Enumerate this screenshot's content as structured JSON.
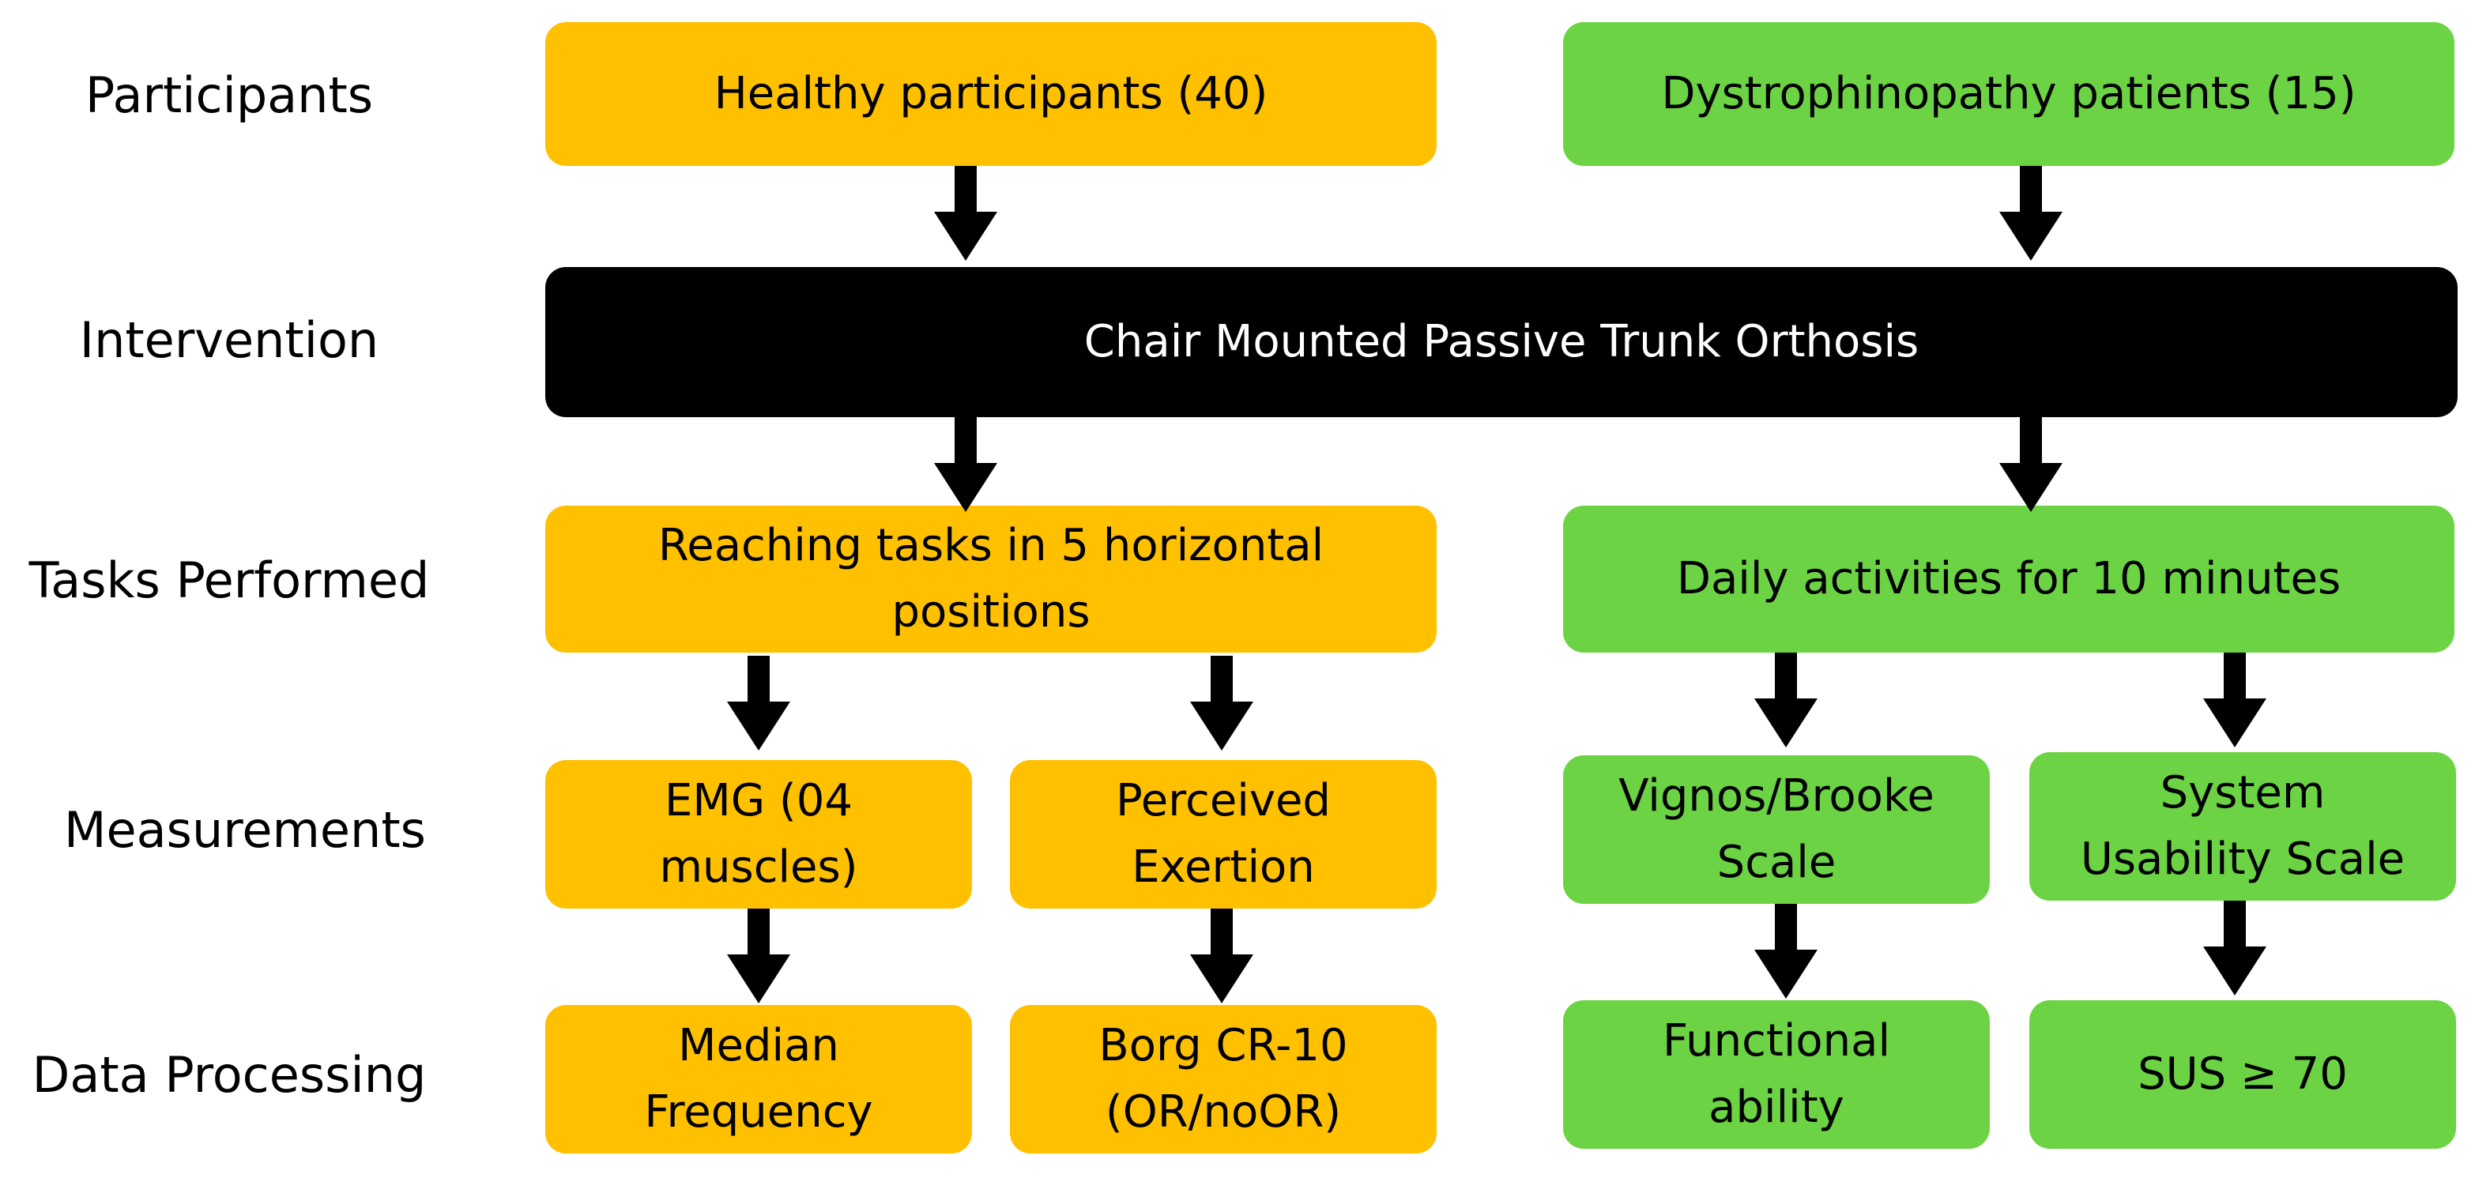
{
  "rows": {
    "participants": "Participants",
    "intervention": "Intervention",
    "tasks": "Tasks Performed",
    "measurements": "Measurements",
    "processing": "Data Processing"
  },
  "boxes": {
    "healthy": "Healthy participants (40)",
    "dystro": "Dystrophinopathy patients (15)",
    "orthosis": "Chair Mounted Passive Trunk Orthosis",
    "reaching": "Reaching tasks in 5 horizontal positions",
    "daily": "Daily activities for 10 minutes",
    "emg": "EMG (04 muscles)",
    "exertion": "Perceived Exertion",
    "vignos": "Vignos/Brooke Scale",
    "sus_scale": "System Usability Scale",
    "median": "Median Frequency",
    "borg": "Borg CR-10 (OR/noOR)",
    "functional": "Functional ability",
    "sus70": "SUS ≥ 70"
  },
  "colors": {
    "healthy_group": "#FFC000",
    "patient_group": "#6CD444",
    "intervention": "#000000",
    "arrow": "#000000"
  }
}
